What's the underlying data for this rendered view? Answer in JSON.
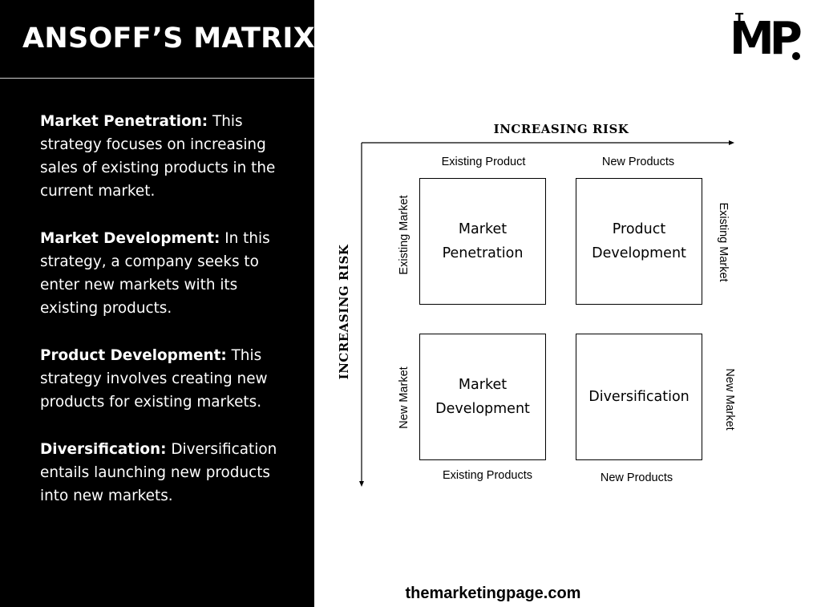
{
  "header": {
    "title": "ANSOFF’S MATRIX"
  },
  "strategies": [
    {
      "name": "Market Penetration:",
      "description": " This strategy focuses on increasing sales of existing products in the current market."
    },
    {
      "name": "Market Development:",
      "description": " In this strategy, a company seeks to enter new markets with its existing products."
    },
    {
      "name": "Product Development:",
      "description": " This strategy involves creating new products for existing markets."
    },
    {
      "name": "Diversification:",
      "description": " Diversification entails launching new products into new markets."
    }
  ],
  "logo": {
    "small_letter": "T",
    "letters": "MP"
  },
  "matrix": {
    "top_axis_label": "INCREASING RISK",
    "left_axis_label": "INCREASING RISK",
    "column_labels_top": [
      "Existing Product",
      "New Products"
    ],
    "column_labels_bottom": [
      "Existing Products",
      "New Products"
    ],
    "row_labels_left": [
      "Existing Market",
      "New Market"
    ],
    "row_labels_right": [
      "Existing Market",
      "New Market"
    ],
    "cells": [
      {
        "label": "Market\nPenetration"
      },
      {
        "label": "Product\nDevelopment"
      },
      {
        "label": "Market\nDevelopment"
      },
      {
        "label": "Diversification"
      }
    ]
  },
  "footer": {
    "website": "themarketingpage.com"
  }
}
